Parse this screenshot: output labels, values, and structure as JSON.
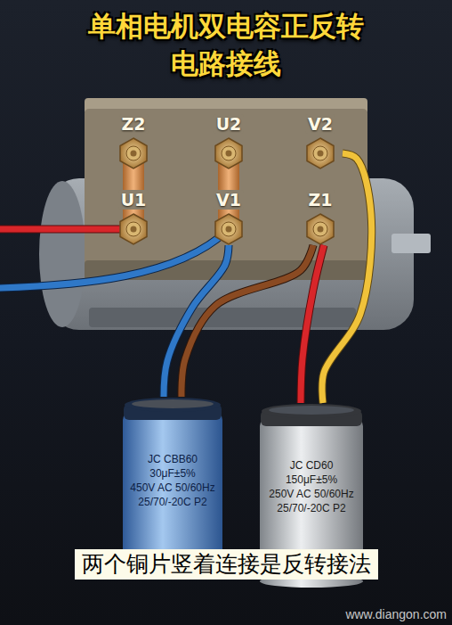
{
  "diagram": {
    "title": "单相电机双电容正反转 电路接线",
    "caption": "两个铜片竖着连接是反转接法",
    "nodes": [
      {
        "text": [
          "Z2"
        ]
      },
      {
        "text": [
          "U2"
        ]
      },
      {
        "text": [
          "V2"
        ]
      },
      {
        "text": [
          "U1"
        ]
      },
      {
        "text": [
          "V1"
        ]
      },
      {
        "text": [
          "Z1"
        ]
      },
      {
        "text": [
          "JC CBB60",
          "30μF±5%",
          "450V AC 50/60Hz",
          "25/70/-20C P2"
        ]
      },
      {
        "text": [
          "JC CD60",
          "150μF±5%",
          "250V AC 50/60Hz",
          "25/70/-20C P2"
        ]
      }
    ],
    "edges": [
      {
        "from": 0,
        "to": 3,
        "arrow": "none"
      },
      {
        "from": 1,
        "to": 4,
        "arrow": "none"
      },
      {
        "from": 4,
        "to": 6,
        "arrow": "none"
      },
      {
        "from": 5,
        "to": 6,
        "arrow": "none"
      },
      {
        "from": 5,
        "to": 7,
        "arrow": "none"
      },
      {
        "from": 2,
        "to": 7,
        "arrow": "none"
      }
    ],
    "labels": [
      "www.diangon.com"
    ]
  }
}
